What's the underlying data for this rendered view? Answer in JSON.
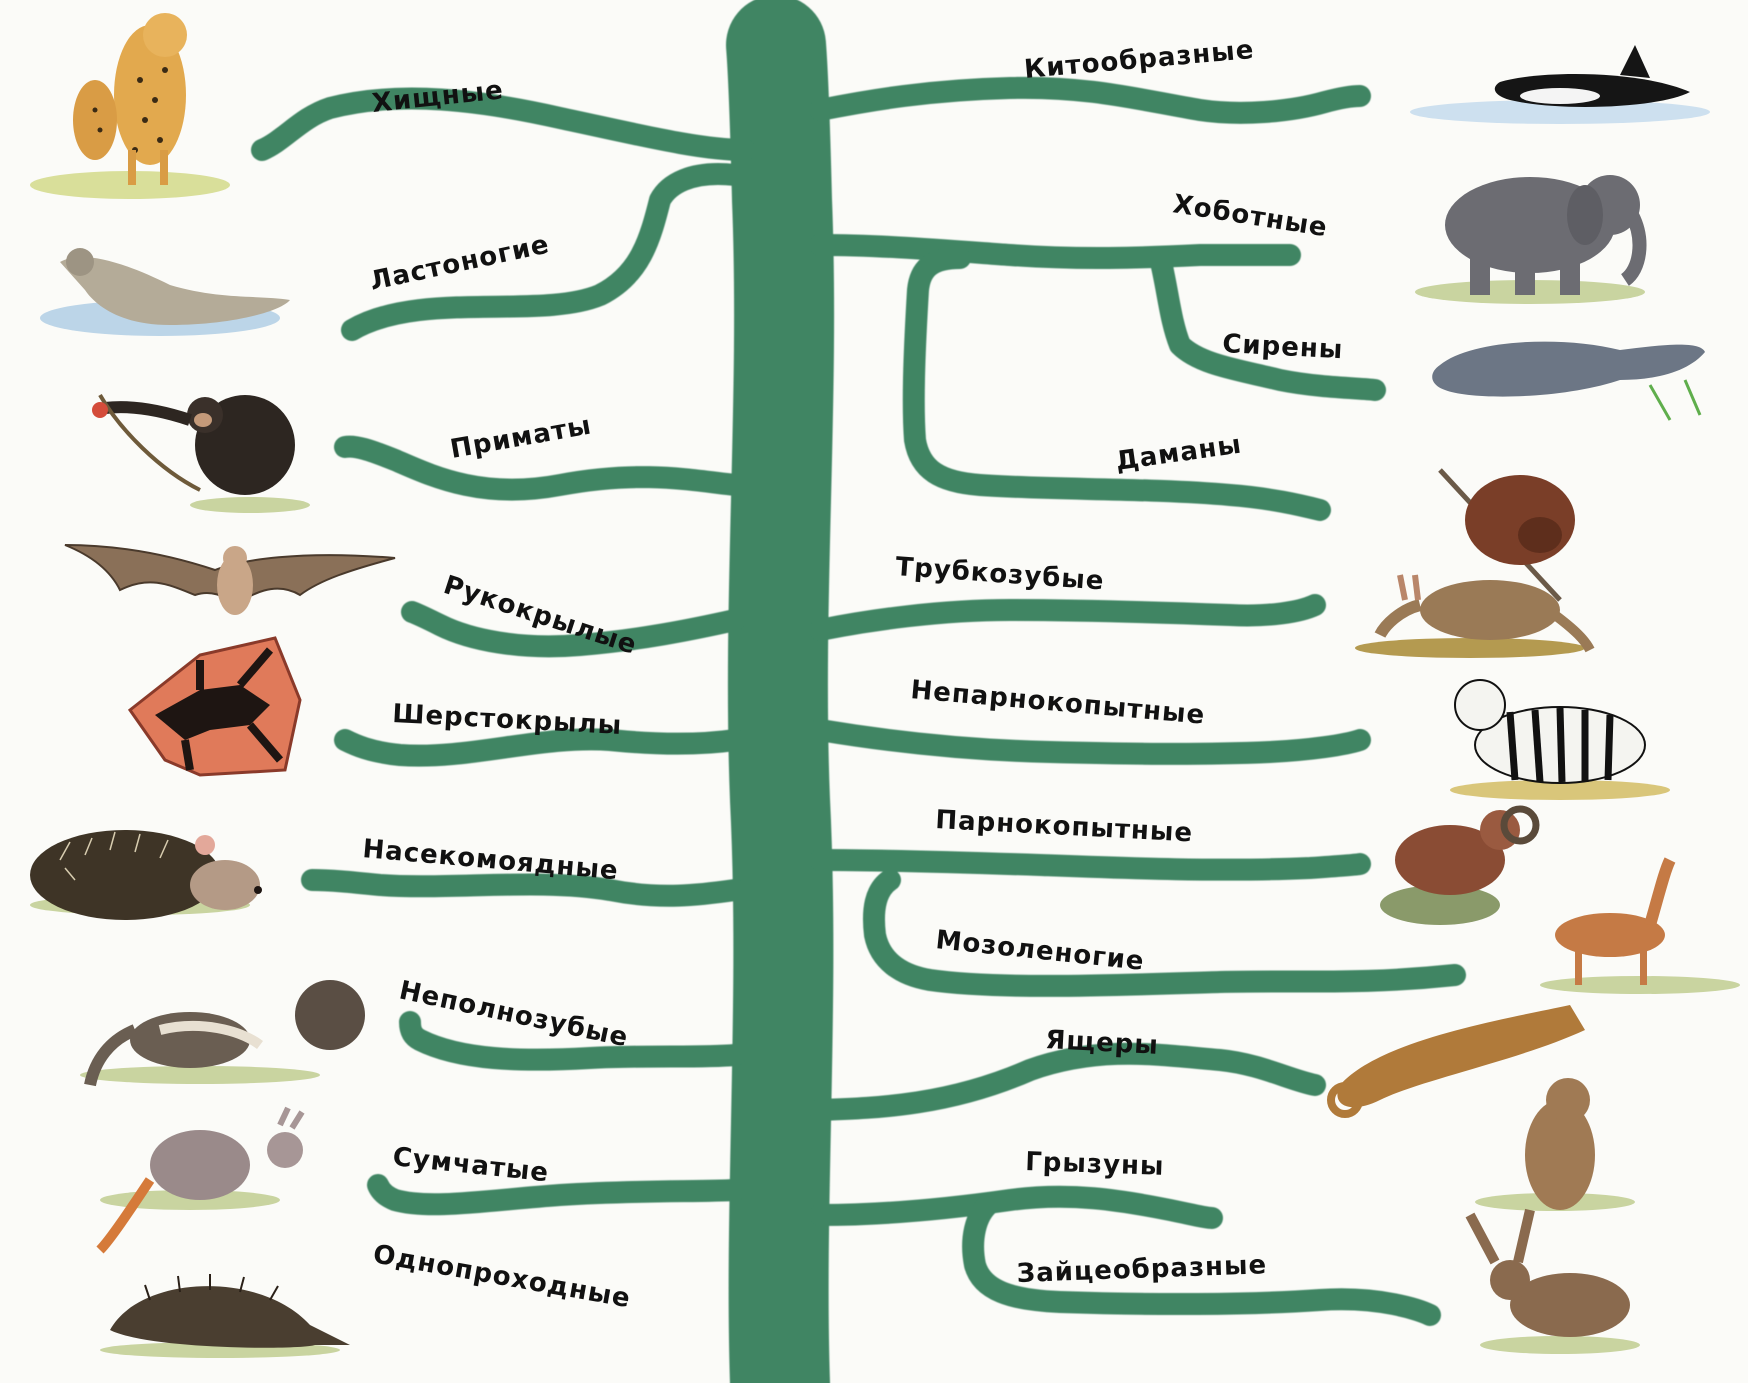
{
  "colors": {
    "branch": "#3f8564",
    "branch_dark": "#2f6d50",
    "background": "#fbfbf8",
    "label": "#111111"
  },
  "left_orders": [
    {
      "label": "Хищные",
      "icon": "cheetah-icon"
    },
    {
      "label": "Ластоногие",
      "icon": "seal-icon"
    },
    {
      "label": "Приматы",
      "icon": "chimpanzee-icon"
    },
    {
      "label": "Рукокрылые",
      "icon": "bat-icon"
    },
    {
      "label": "Шерстокрылы",
      "icon": "colugo-icon"
    },
    {
      "label": "Насекомоядные",
      "icon": "hedgehog-icon"
    },
    {
      "label": "Неполнозубые",
      "icon": "anteater-icon"
    },
    {
      "label": "Сумчатые",
      "icon": "wallaby-icon"
    },
    {
      "label": "Однопроходные",
      "icon": "echidna-icon"
    }
  ],
  "right_orders": [
    {
      "label": "Китообразные",
      "icon": "orca-icon"
    },
    {
      "label": "Хоботные",
      "icon": "elephant-icon"
    },
    {
      "label": "Сирены",
      "icon": "manatee-icon"
    },
    {
      "label": "Даманы",
      "icon": "hyrax-icon"
    },
    {
      "label": "Трубкозубые",
      "icon": "aardvark-icon"
    },
    {
      "label": "Непарнокопытные",
      "icon": "zebra-icon"
    },
    {
      "label": "Парнокопытные",
      "icon": "ram-icon"
    },
    {
      "label": "Мозоленогие",
      "icon": "guanaco-icon"
    },
    {
      "label": "Ящеры",
      "icon": "pangolin-icon"
    },
    {
      "label": "Грызуны",
      "icon": "marmot-icon"
    },
    {
      "label": "Зайцеобразные",
      "icon": "hare-icon"
    }
  ]
}
